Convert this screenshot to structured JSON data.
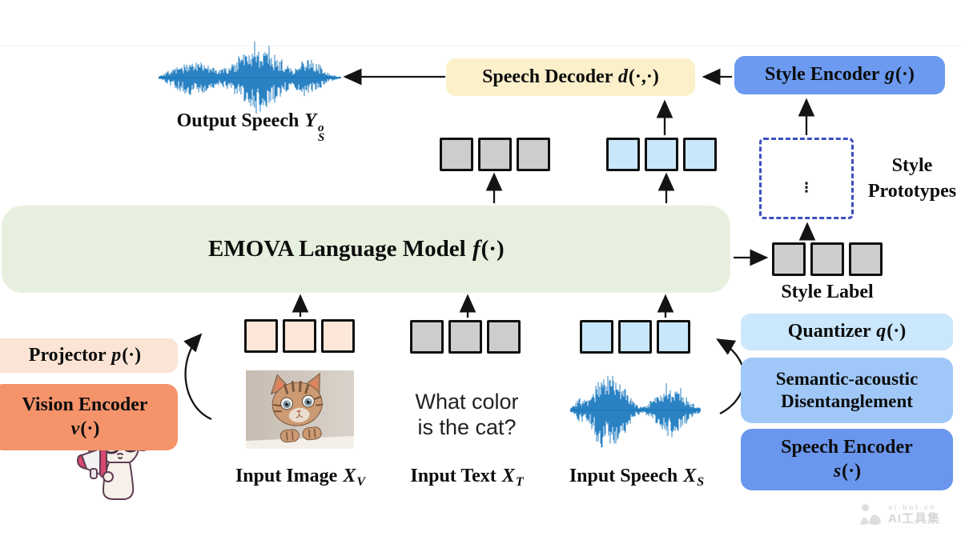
{
  "top": {
    "output_speech": {
      "label": "Output Speech ",
      "var": "Y",
      "sup": "o",
      "sub": "S"
    },
    "speech_decoder": {
      "label": "Speech Decoder ",
      "func": "d",
      "args": "(·,·)"
    },
    "style_encoder": {
      "label": "Style Encoder ",
      "func": "g",
      "args": "(·)"
    },
    "style_prototypes": {
      "line1": "Style",
      "line2": "Prototypes"
    },
    "style_label": "Style Label"
  },
  "emova": {
    "label": "EMOVA Language Model ",
    "func": "f",
    "args": "(·)"
  },
  "bottom": {
    "projector": {
      "label": "Projector ",
      "func": "p",
      "args": "(·)"
    },
    "vision_encoder": {
      "label": "Vision Encoder",
      "func": "v",
      "args": "(·)"
    },
    "quantizer": {
      "label": "Quantizer ",
      "func": "q",
      "args": "(·)"
    },
    "semantic_acoustic": {
      "line1": "Semantic-acoustic",
      "line2": "Disentanglement"
    },
    "speech_encoder": {
      "label": "Speech Encoder",
      "func": "s",
      "args": "(·)"
    },
    "question": {
      "line1": "What color",
      "line2": "is the cat?"
    },
    "input_image": {
      "label": "Input Image ",
      "var": "X",
      "sub": "V"
    },
    "input_text": {
      "label": "Input Text ",
      "var": "X",
      "sub": "T"
    },
    "input_speech": {
      "label": "Input Speech ",
      "var": "X",
      "sub": "S"
    }
  },
  "tokens": {
    "top_text": {
      "count": 3,
      "fill": "#CDCDCD"
    },
    "top_speech": {
      "count": 3,
      "fill": "#C9E7FB"
    },
    "style_label": {
      "count": 3,
      "fill": "#CDCDCD"
    },
    "image": {
      "count": 3,
      "fill": "#FDE7D9"
    },
    "text": {
      "count": 3,
      "fill": "#CDCDCD"
    },
    "speech": {
      "count": 3,
      "fill": "#C9E7FB"
    }
  },
  "prototype_bars": {
    "bars": [
      "#C7E1FB",
      "#8FBAF8",
      "#5C8DE9"
    ],
    "dots": "⋮",
    "last_bar": "#2B2FE3"
  },
  "palette": {
    "decoder_bg": "#FCF0CA",
    "style_encoder_bg": "#6B9AF0",
    "emova_bg": "#E7F0DE",
    "projector_bg": "#FBE4D5",
    "vision_bg": "#F5936B",
    "quantizer_bg": "#CBE7FB",
    "semantic_bg": "#9FC8F8",
    "speech_encoder_bg": "#6A96EE",
    "dashed_border": "#3D4FC0",
    "waveform_blue": "#1878BE"
  },
  "waveforms": {
    "output": {
      "color": "#1878BE",
      "envelope": [
        0.04,
        0.22,
        0.42,
        0.5,
        0.38,
        0.22,
        0.35,
        0.72,
        1.0,
        0.88,
        0.55,
        0.25,
        0.5,
        0.42,
        0.12,
        0.03
      ]
    },
    "input": {
      "color": "#1878BE",
      "envelope": [
        0.05,
        0.3,
        0.28,
        0.85,
        1.0,
        0.8,
        0.55,
        0.15,
        0.08,
        0.3,
        0.55,
        0.68,
        0.5,
        0.2,
        0.06
      ]
    }
  },
  "watermark": {
    "line1": "ai-bot.cn",
    "line2": "AI工具集"
  }
}
